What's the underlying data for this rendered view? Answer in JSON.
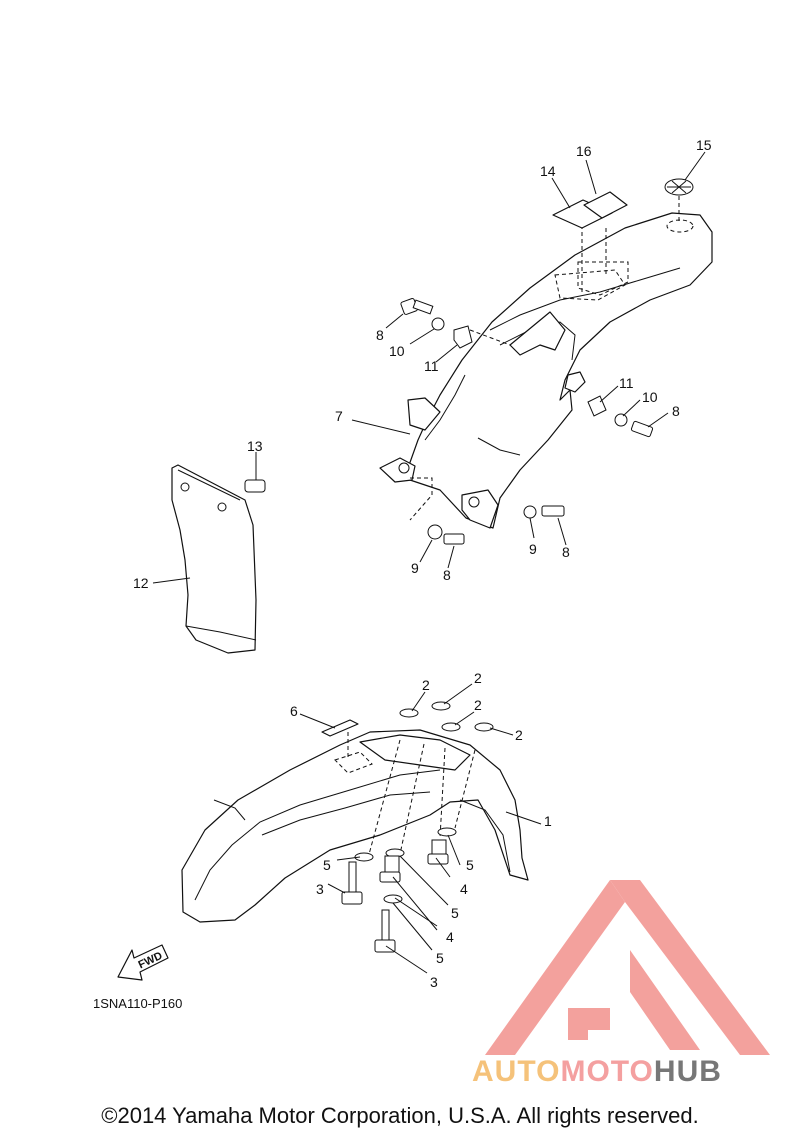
{
  "callouts": {
    "c1": "1",
    "c2a": "2",
    "c2b": "2",
    "c2c": "2",
    "c2d": "2",
    "c3a": "3",
    "c3b": "3",
    "c4a": "4",
    "c4b": "4",
    "c5a": "5",
    "c5b": "5",
    "c5c": "5",
    "c5d": "5",
    "c6": "6",
    "c7": "7",
    "c8a": "8",
    "c8b": "8",
    "c8c": "8",
    "c8d": "8",
    "c9a": "9",
    "c9b": "9",
    "c10a": "10",
    "c10b": "10",
    "c11a": "11",
    "c11b": "11",
    "c12": "12",
    "c13": "13",
    "c14": "14",
    "c15": "15",
    "c16": "16"
  },
  "fwd_label": "FWD",
  "ref_code": "1SNA110-P160",
  "copyright": "©2014 Yamaha Motor Corporation, U.S.A. All rights reserved.",
  "watermark": {
    "part1": "AUTO",
    "part2": "MOTO",
    "part3": "HUB",
    "colors": {
      "auto": "#f5c27a",
      "moto": "#f4a0a0",
      "hub": "#777777",
      "triangle": "#f3a19d"
    }
  }
}
